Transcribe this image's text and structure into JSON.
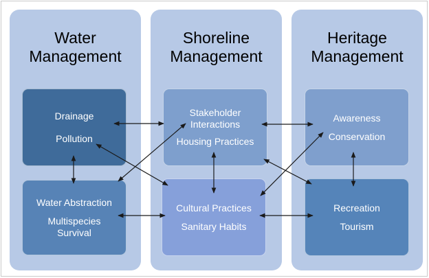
{
  "columns": [
    {
      "title_line1": "Water",
      "title_line2": "Management"
    },
    {
      "title_line1": "Shoreline",
      "title_line2": "Management"
    },
    {
      "title_line1": "Heritage",
      "title_line2": "Management"
    }
  ],
  "boxes": {
    "drainage_pollution": {
      "line1": "Drainage",
      "line2": "Pollution",
      "color": "#3f6b9a"
    },
    "water_abstraction": {
      "line1": "Water Abstraction",
      "line2": "Multispecies",
      "line3": "Survival",
      "color": "#5783b6"
    },
    "stakeholder_housing": {
      "line1": "Stakeholder",
      "line2": "Interactions",
      "line3": "Housing Practices",
      "color": "#7e9fcd"
    },
    "cultural_sanitary": {
      "line1": "Cultural Practices",
      "line2": "Sanitary Habits",
      "color": "#86a0da"
    },
    "awareness_conservation": {
      "line1": "Awareness",
      "line2": "Conservation",
      "color": "#7f9fcd"
    },
    "recreation_tourism": {
      "line1": "Recreation",
      "line2": "Tourism",
      "color": "#5584b9"
    }
  },
  "colors": {
    "column_bg": "#b7c9e6",
    "arrow": "#1a1a1a"
  }
}
